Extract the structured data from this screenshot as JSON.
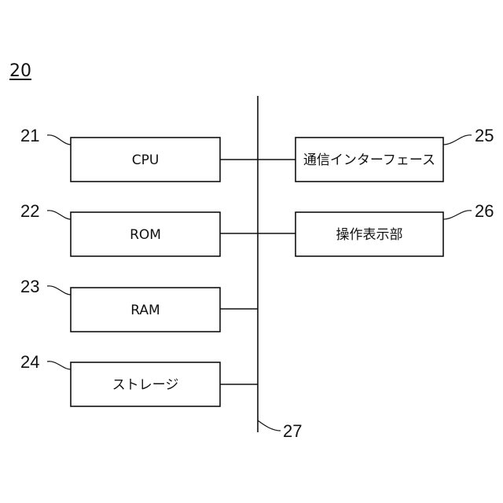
{
  "figure": {
    "number": "20"
  },
  "blocks": {
    "cpu": {
      "label": "CPU",
      "ref": "21"
    },
    "rom": {
      "label": "ROM",
      "ref": "22"
    },
    "ram": {
      "label": "RAM",
      "ref": "23"
    },
    "storage": {
      "label": "ストレージ",
      "ref": "24"
    },
    "comm": {
      "label": "通信インターフェース",
      "ref": "25"
    },
    "ops": {
      "label": "操作表示部",
      "ref": "26"
    }
  },
  "bus": {
    "ref": "27"
  }
}
